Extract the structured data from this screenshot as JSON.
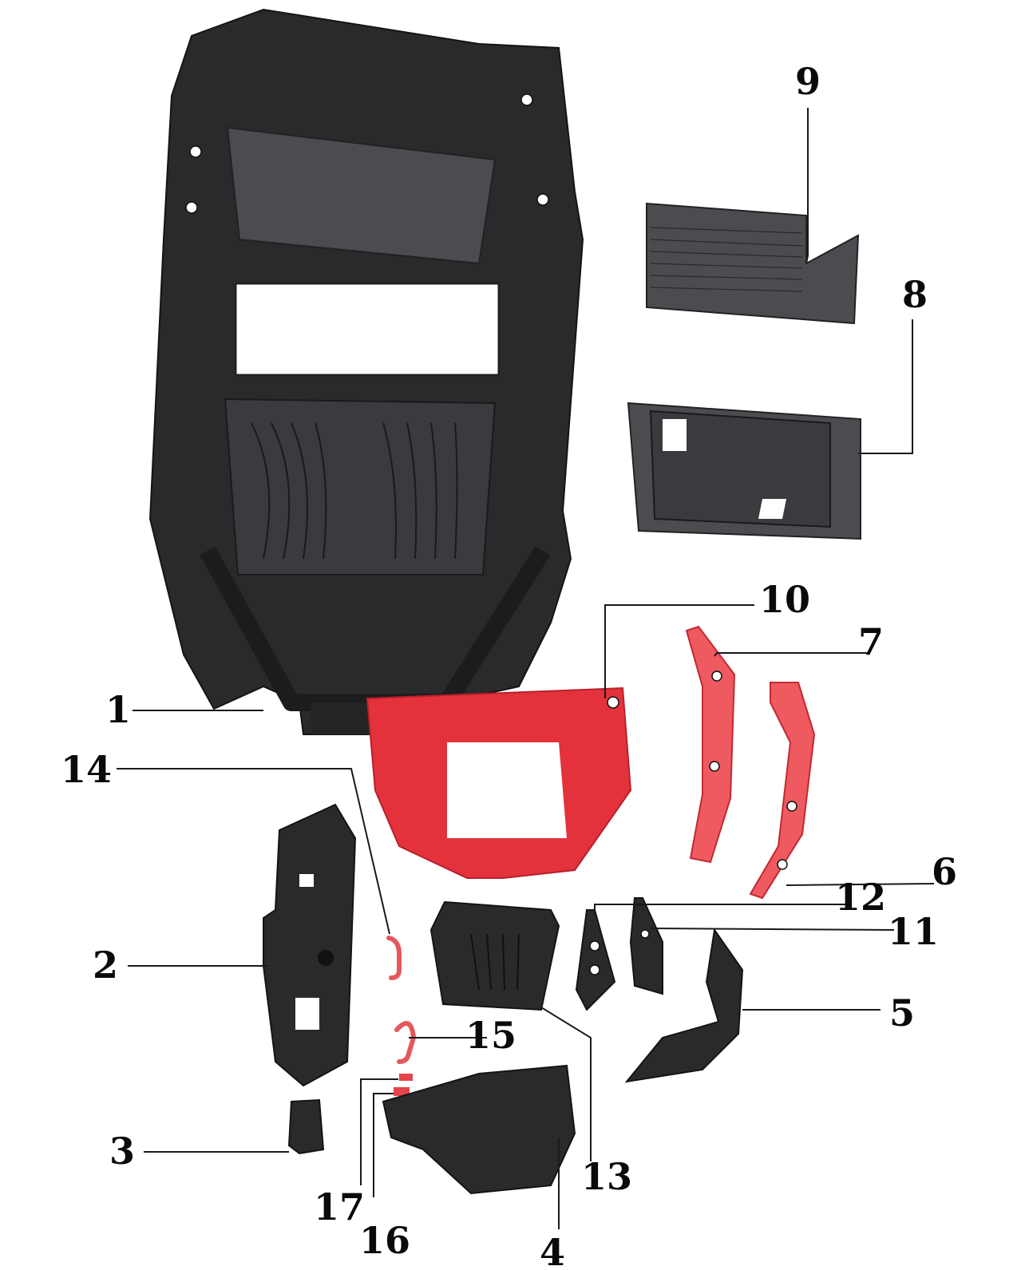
{
  "diagram": {
    "title": "",
    "type": "exploded parts diagram",
    "colors": {
      "black_plastic": "#2a2a2c",
      "red_plastic": "#e4323c",
      "label": "#0a0a0a"
    },
    "callouts": [
      {
        "id": "1",
        "label": "1",
        "part": "main-body-frame"
      },
      {
        "id": "2",
        "label": "2",
        "part": "rear-bumper-panel"
      },
      {
        "id": "3",
        "label": "3",
        "part": "small-end-cap"
      },
      {
        "id": "4",
        "label": "4",
        "part": "lower-cover"
      },
      {
        "id": "5",
        "label": "5",
        "part": "bracket"
      },
      {
        "id": "6",
        "label": "6",
        "part": "red-side-strip-right"
      },
      {
        "id": "7",
        "label": "7",
        "part": "red-side-strip-left"
      },
      {
        "id": "8",
        "label": "8",
        "part": "storage-box-lower"
      },
      {
        "id": "9",
        "label": "9",
        "part": "storage-tray-upper"
      },
      {
        "id": "10",
        "label": "10",
        "part": "red-front-cowl"
      },
      {
        "id": "11",
        "label": "11",
        "part": "mount-bracket-right"
      },
      {
        "id": "12",
        "label": "12",
        "part": "mount-bracket-left"
      },
      {
        "id": "13",
        "label": "13",
        "part": "center-panel"
      },
      {
        "id": "14",
        "label": "14",
        "part": "red-clip-upper"
      },
      {
        "id": "15",
        "label": "15",
        "part": "red-clip-lower"
      },
      {
        "id": "16",
        "label": "16",
        "part": "red-spacer-lower"
      },
      {
        "id": "17",
        "label": "17",
        "part": "red-spacer-upper"
      }
    ]
  }
}
